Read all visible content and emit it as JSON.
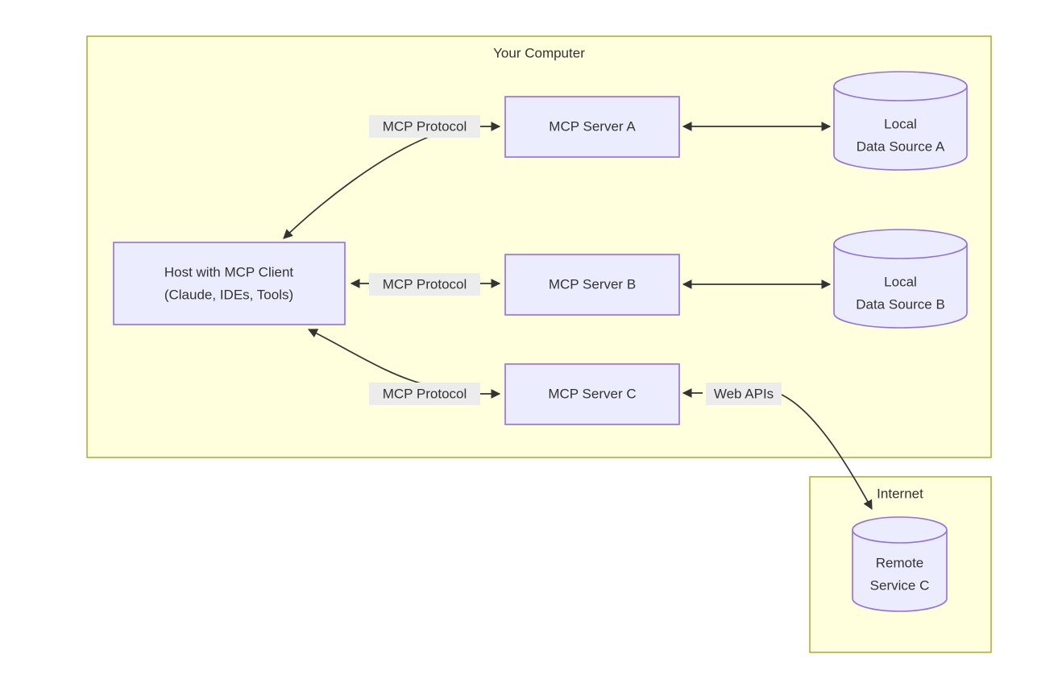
{
  "diagram": {
    "type": "flowchart",
    "background": "#ffffff",
    "colors": {
      "group_fill": "#ffffdd",
      "group_stroke": "#aaaa33",
      "node_fill": "#ececff",
      "node_stroke": "#9370db",
      "edge_stroke": "#333333",
      "text": "#333333",
      "label_bg": "#ececec"
    },
    "groups": [
      {
        "id": "your-computer",
        "title": "Your Computer"
      },
      {
        "id": "internet",
        "title": "Internet"
      }
    ],
    "nodes": [
      {
        "id": "host",
        "shape": "rect",
        "lines": [
          "Host with MCP Client",
          "(Claude, IDEs, Tools)"
        ]
      },
      {
        "id": "server-a",
        "shape": "rect",
        "lines": [
          "MCP Server A"
        ]
      },
      {
        "id": "server-b",
        "shape": "rect",
        "lines": [
          "MCP Server B"
        ]
      },
      {
        "id": "server-c",
        "shape": "rect",
        "lines": [
          "MCP Server C"
        ]
      },
      {
        "id": "datasource-a",
        "shape": "cylinder",
        "lines": [
          "Local",
          "Data Source A"
        ]
      },
      {
        "id": "datasource-b",
        "shape": "cylinder",
        "lines": [
          "Local",
          "Data Source B"
        ]
      },
      {
        "id": "remote-c",
        "shape": "cylinder",
        "lines": [
          "Remote",
          "Service C"
        ]
      }
    ],
    "edges": [
      {
        "id": "host-server-a",
        "from": "host",
        "to": "server-a",
        "label": "MCP Protocol",
        "arrows": "both-ends-split"
      },
      {
        "id": "host-server-b",
        "from": "host",
        "to": "server-b",
        "label": "MCP Protocol",
        "arrows": "both"
      },
      {
        "id": "host-server-c",
        "from": "host",
        "to": "server-c",
        "label": "MCP Protocol",
        "arrows": "both-ends-split"
      },
      {
        "id": "server-a-datasource-a",
        "from": "server-a",
        "to": "datasource-a",
        "label": "",
        "arrows": "both"
      },
      {
        "id": "server-b-datasource-b",
        "from": "server-b",
        "to": "datasource-b",
        "label": "",
        "arrows": "both"
      },
      {
        "id": "server-c-remote-c",
        "from": "server-c",
        "to": "remote-c",
        "label": "Web APIs",
        "arrows": "both-ends-split"
      }
    ],
    "labels": {
      "mcp_protocol_a": "MCP Protocol",
      "mcp_protocol_b": "MCP Protocol",
      "mcp_protocol_c": "MCP Protocol",
      "web_apis": "Web APIs"
    },
    "node_text": {
      "host_line1": "Host with MCP Client",
      "host_line2": "(Claude, IDEs, Tools)",
      "server_a": "MCP Server A",
      "server_b": "MCP Server B",
      "server_c": "MCP Server C",
      "ds_a_line1": "Local",
      "ds_a_line2": "Data Source A",
      "ds_b_line1": "Local",
      "ds_b_line2": "Data Source B",
      "remote_c_line1": "Remote",
      "remote_c_line2": "Service C"
    },
    "group_text": {
      "your_computer": "Your Computer",
      "internet": "Internet"
    }
  }
}
